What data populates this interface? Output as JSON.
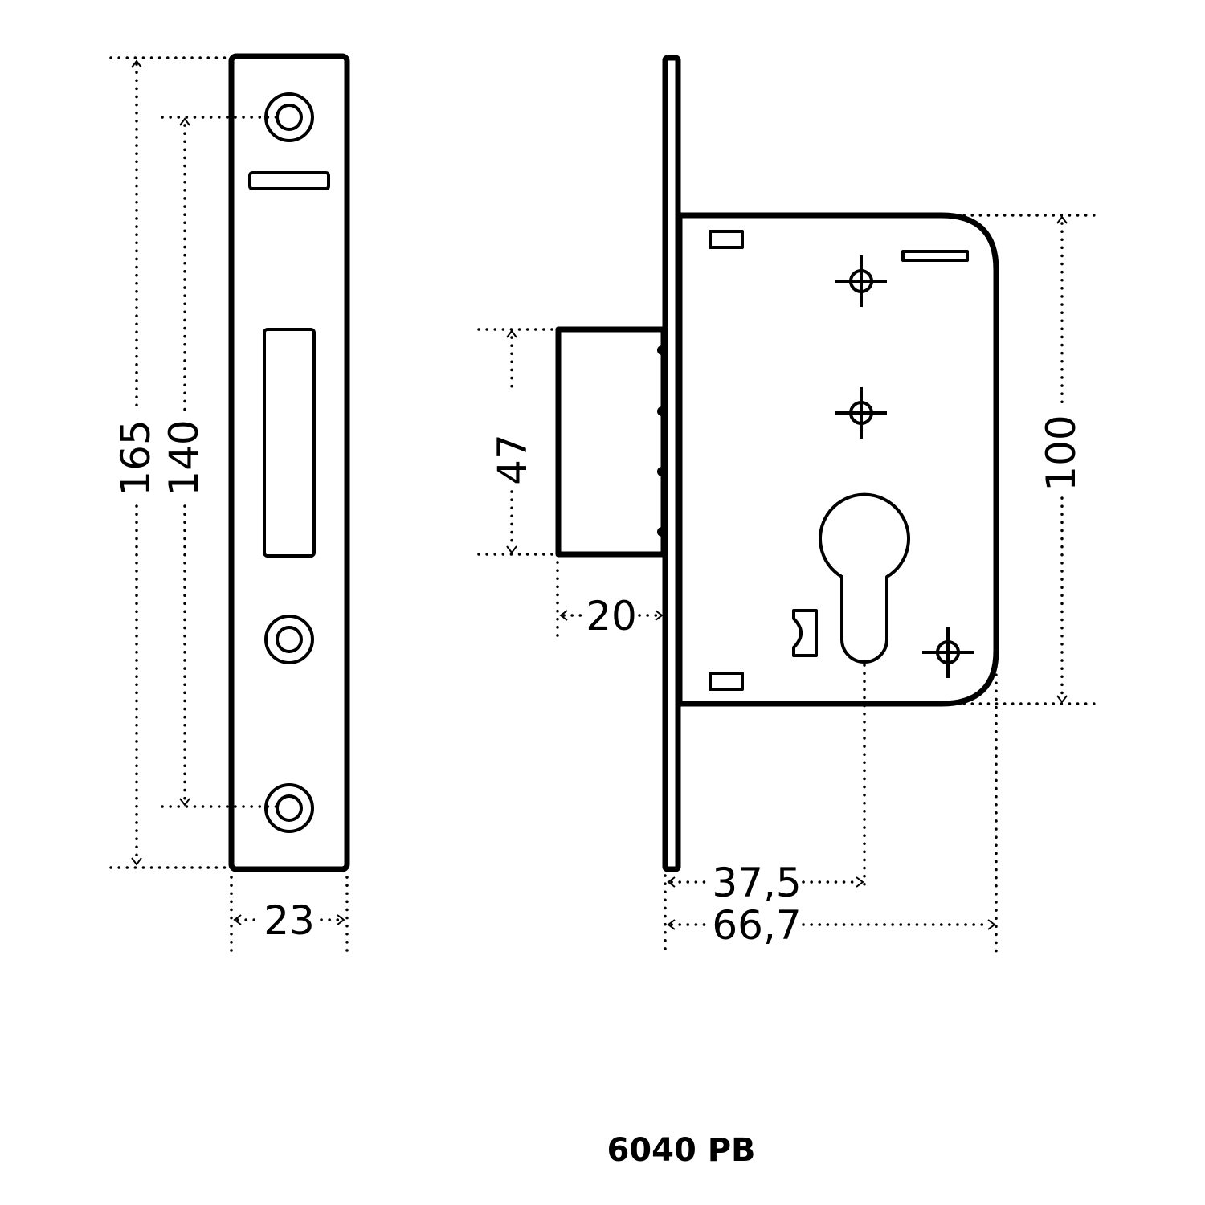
{
  "title": "6040 PB",
  "dimensions": {
    "faceplate_length": "165",
    "screw_spacing": "140",
    "faceplate_width": "23",
    "bolt_height": "47",
    "bolt_throw": "20",
    "backset": "37,5",
    "case_depth": "66,7",
    "case_height": "100"
  },
  "colors": {
    "line": "#000000",
    "background": "#ffffff"
  }
}
